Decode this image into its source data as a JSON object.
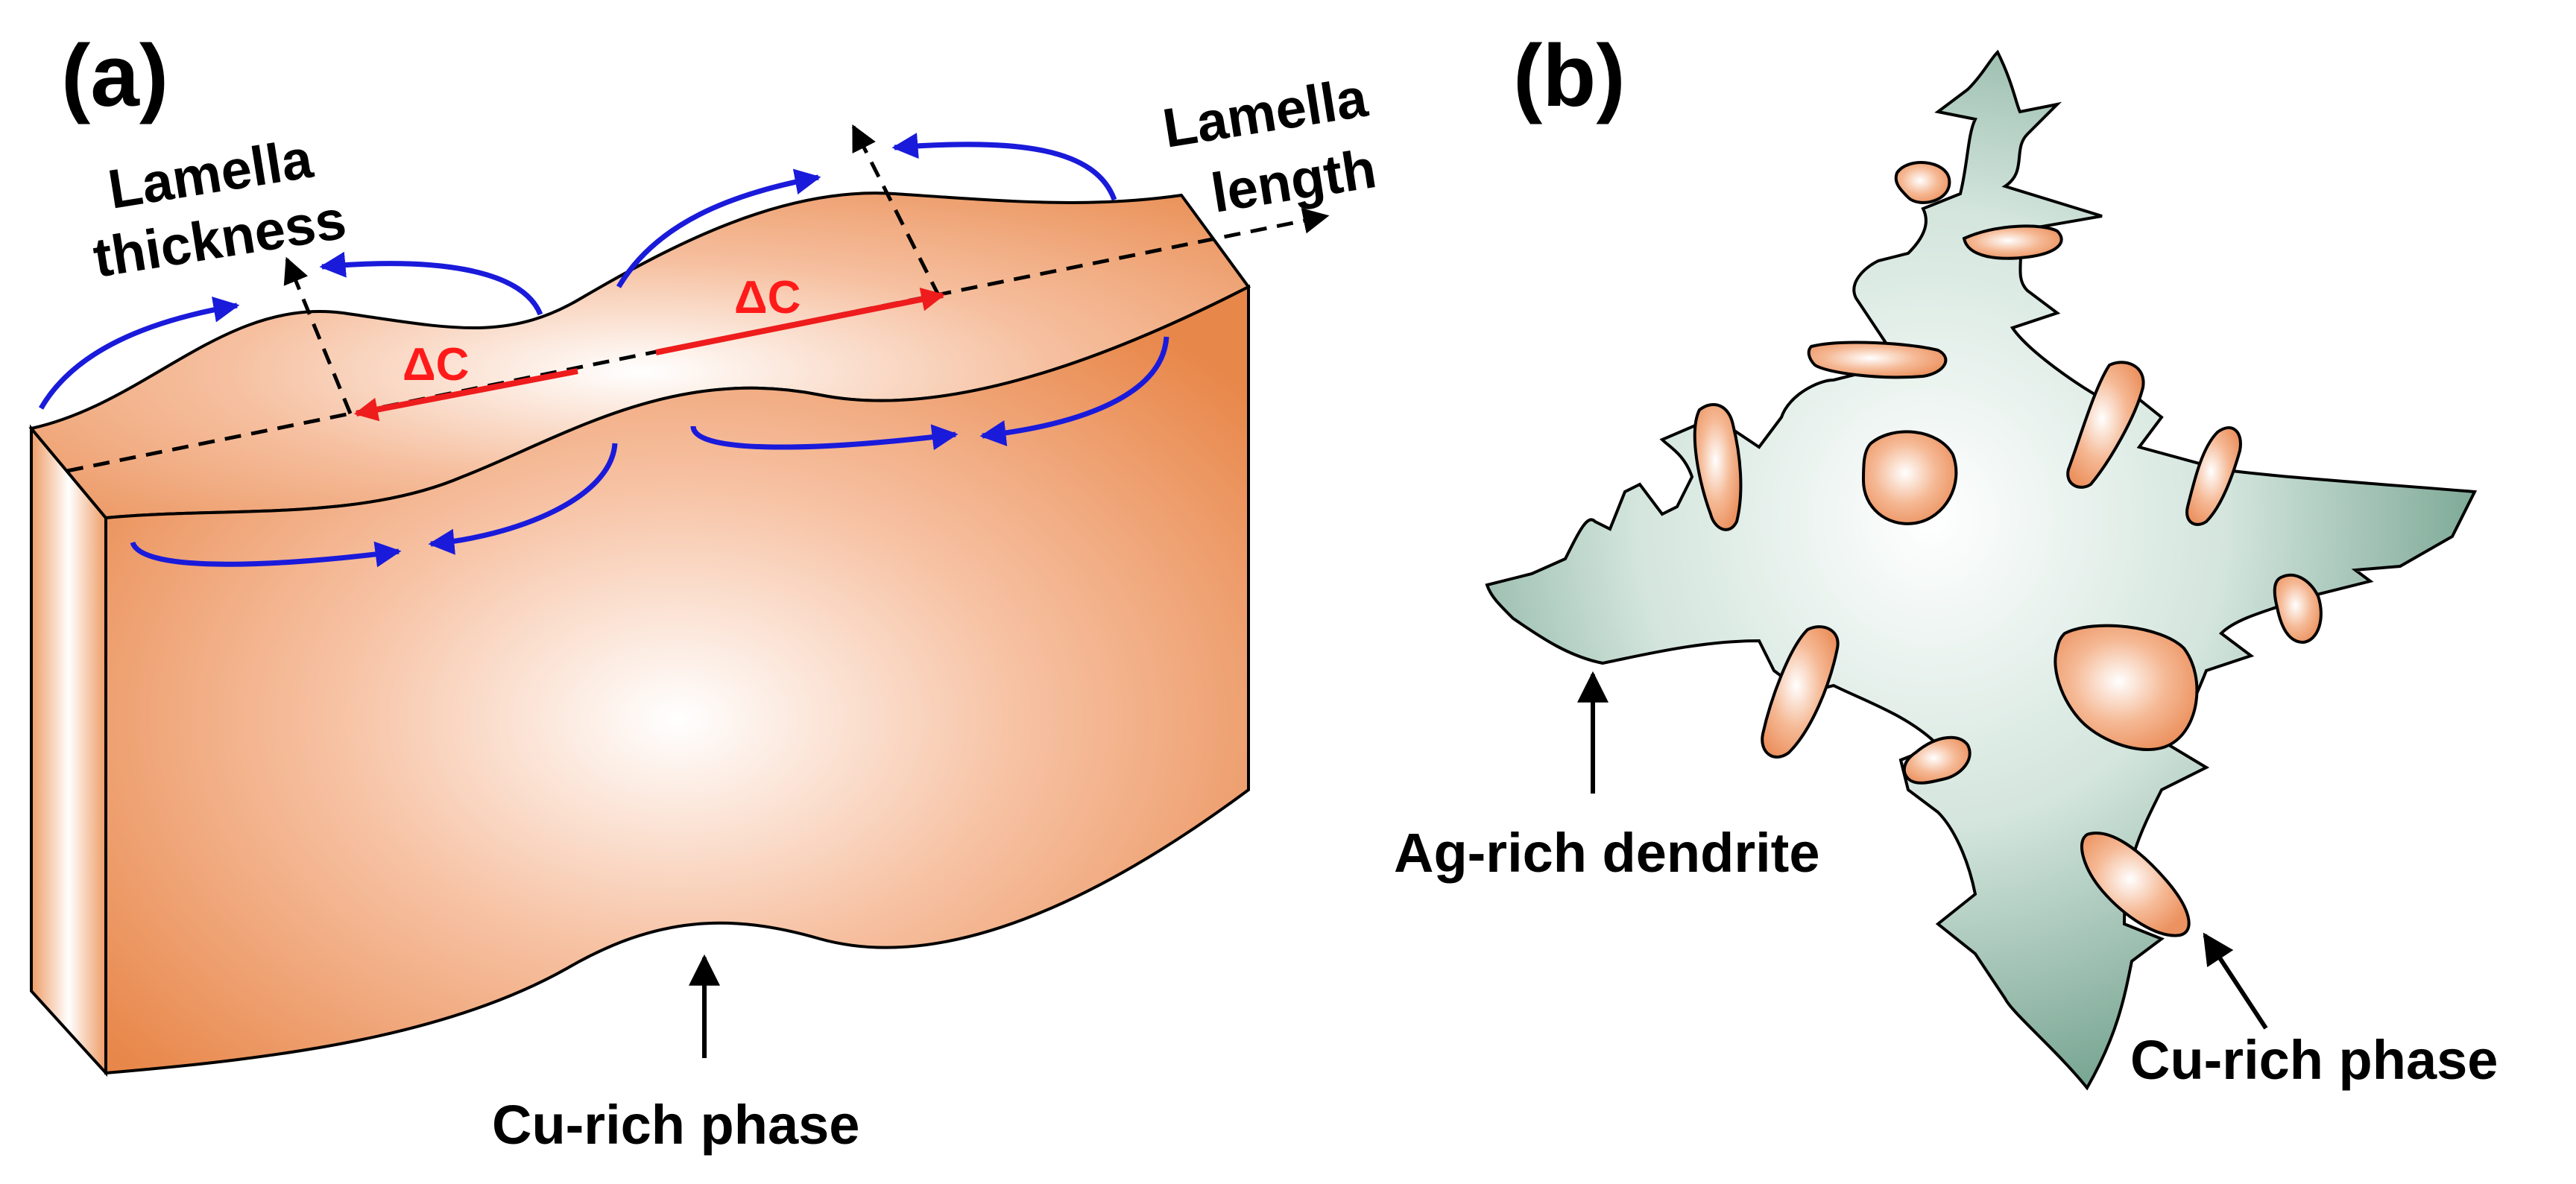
{
  "panel_a": {
    "label": "(a)",
    "lamella_thickness_line1": "Lamella",
    "lamella_thickness_line2": "thickness",
    "lamella_length_line1": "Lamella",
    "lamella_length_line2": "length",
    "delta_c_left": "ΔC",
    "delta_c_right": "ΔC",
    "phase_label": "Cu-rich phase"
  },
  "panel_b": {
    "label": "(b)",
    "dendrite_label": "Ag-rich dendrite",
    "phase_label": "Cu-rich phase"
  },
  "colors": {
    "copper_light": "#ffffff",
    "copper_mid": "#f5b593",
    "copper_dark": "#e8874a",
    "dendrite_light": "#ffffff",
    "dendrite_dark": "#6e9e8a",
    "flow_arrow": "#1a1adb",
    "delta_arrow": "#ee1c1c"
  }
}
